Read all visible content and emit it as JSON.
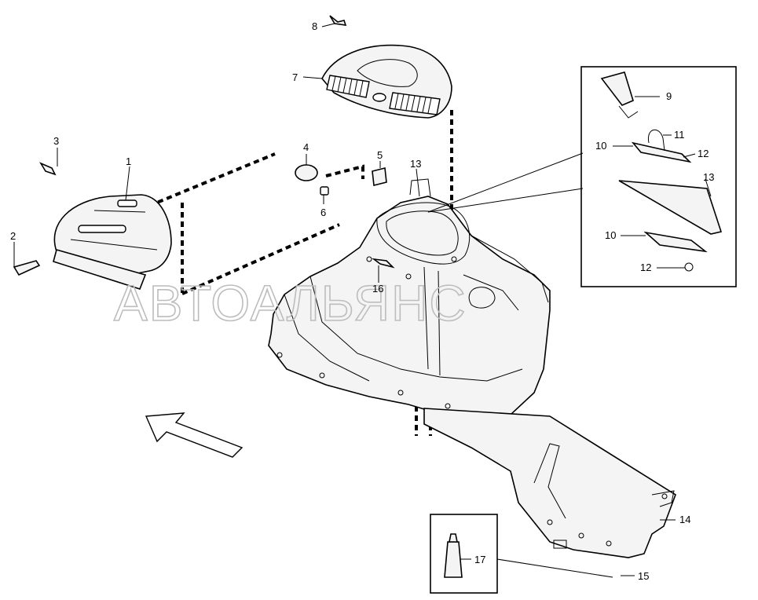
{
  "watermark": "АВТОАЛЬЯНС",
  "callouts": {
    "p1": "1",
    "p2": "2",
    "p3": "3",
    "p4": "4",
    "p5": "5",
    "p6": "6",
    "p7": "7",
    "p8": "8",
    "p9": "9",
    "p10a": "10",
    "p10b": "10",
    "p11": "11",
    "p12a": "12",
    "p12b": "12",
    "p13": "13",
    "p13b": "13",
    "p14": "14",
    "p15": "15",
    "p16": "16",
    "p17": "17"
  }
}
